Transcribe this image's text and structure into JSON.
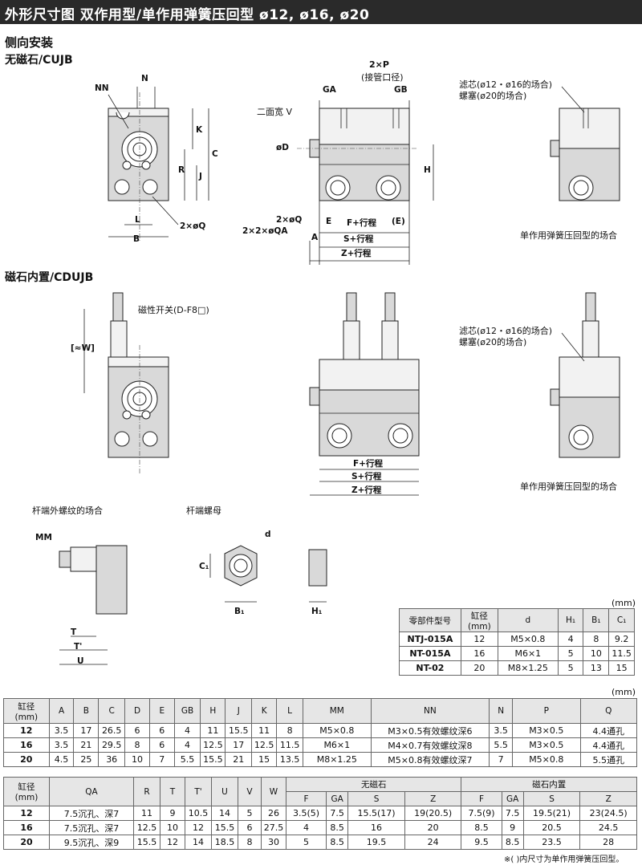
{
  "page_title": "外形尺寸图  双作用型/单作用弹簧压回型  ø12, ø16, ø20",
  "section_side_mount": "侧向安装",
  "sub_no_magnet": "无磁石/CUJB",
  "sub_magnet": "磁石内置/CDUJB",
  "label_rod_male_thread": "杆端外螺纹的场合",
  "label_rod_nut": "杆端螺母",
  "label_single_acting": "单作用弹簧压回型的场合",
  "label_single_acting2": "单作用弹簧压回型的场合",
  "label_filter": "滤芯(ø12・ø16的场合)",
  "label_plug": "螺塞(ø20的场合)",
  "label_filter2": "滤芯(ø12・ø16的场合)",
  "label_plug2": "螺塞(ø20的场合)",
  "label_switch": "磁性开关(D-F8□)",
  "label_wrench_flat": "二面宽 V",
  "label_port": "2×P",
  "label_port_sub": "(接管口径)",
  "dims": {
    "NN": "NN",
    "N": "N",
    "K": "K",
    "C": "C",
    "R": "R",
    "J": "J",
    "L": "L",
    "B": "B",
    "Q2": "2×øQ",
    "GA": "GA",
    "GB": "GB",
    "D": "øD",
    "H": "H",
    "QQ": "2×øQ",
    "QA": "2×2×øQA",
    "E": "E",
    "F": "F+行程",
    "E2": "(E)",
    "A": "A",
    "S": "S+行程",
    "Z": "Z+行程",
    "W": "[≈W]",
    "F_b": "F+行程",
    "S_b": "S+行程",
    "Z_b": "Z+行程",
    "MM": "MM",
    "T": "T",
    "Tp": "T'",
    "U": "U",
    "d": "d",
    "C1": "C₁",
    "B1": "B₁",
    "H1": "H₁"
  },
  "unit": "(mm)",
  "unit2": "(mm)",
  "nut_table": {
    "headers": [
      "零部件型号",
      "缸径\n(mm)",
      "d",
      "H₁",
      "B₁",
      "C₁"
    ],
    "rows": [
      [
        "NTJ-015A",
        "12",
        "M5×0.8",
        "4",
        "8",
        "9.2"
      ],
      [
        "NT-015A",
        "16",
        "M6×1",
        "5",
        "10",
        "11.5"
      ],
      [
        "NT-02",
        "20",
        "M8×1.25",
        "5",
        "13",
        "15"
      ]
    ]
  },
  "main_table": {
    "headers": [
      "缸径\n(mm)",
      "A",
      "B",
      "C",
      "D",
      "E",
      "GB",
      "H",
      "J",
      "K",
      "L",
      "MM",
      "NN",
      "N",
      "P",
      "Q"
    ],
    "rows": [
      [
        "12",
        "3.5",
        "17",
        "26.5",
        "6",
        "6",
        "4",
        "11",
        "15.5",
        "11",
        "8",
        "M5×0.8",
        "M3×0.5有效螺纹深6",
        "3.5",
        "M3×0.5",
        "4.4通孔"
      ],
      [
        "16",
        "3.5",
        "21",
        "29.5",
        "8",
        "6",
        "4",
        "12.5",
        "17",
        "12.5",
        "11.5",
        "M6×1",
        "M4×0.7有效螺纹深8",
        "5.5",
        "M3×0.5",
        "4.4通孔"
      ],
      [
        "20",
        "4.5",
        "25",
        "36",
        "10",
        "7",
        "5.5",
        "15.5",
        "21",
        "15",
        "13.5",
        "M8×1.25",
        "M5×0.8有效螺纹深7",
        "7",
        "M5×0.8",
        "5.5通孔"
      ]
    ]
  },
  "second_table": {
    "headers": [
      "缸径\n(mm)",
      "QA",
      "R",
      "T",
      "T'",
      "U",
      "V",
      "W"
    ],
    "group_no_magnet": "无磁石",
    "group_magnet": "磁石内置",
    "sub_headers": [
      "F",
      "GA",
      "S",
      "Z",
      "F",
      "GA",
      "S",
      "Z"
    ],
    "rows": [
      [
        "12",
        "7.5沉孔、深7",
        "11",
        "9",
        "10.5",
        "14",
        "5",
        "26",
        "3.5(5)",
        "7.5",
        "15.5(17)",
        "19(20.5)",
        "7.5(9)",
        "7.5",
        "19.5(21)",
        "23(24.5)"
      ],
      [
        "16",
        "7.5沉孔、深7",
        "12.5",
        "10",
        "12",
        "15.5",
        "6",
        "27.5",
        "4",
        "8.5",
        "16",
        "20",
        "8.5",
        "9",
        "20.5",
        "24.5"
      ],
      [
        "20",
        "9.5沉孔、深9",
        "15.5",
        "12",
        "14",
        "18.5",
        "8",
        "30",
        "5",
        "8.5",
        "19.5",
        "24",
        "9.5",
        "8.5",
        "23.5",
        "28"
      ]
    ]
  },
  "footnote": "※( )内尺寸为单作用弹簧压回型。"
}
